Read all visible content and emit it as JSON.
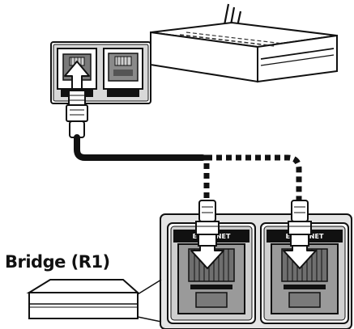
{
  "device": {
    "label": "Bridge (R1)"
  },
  "bridge_ports": {
    "left_label": "ETHERNET",
    "right_label": "ETHERNET"
  },
  "colors": {
    "line": "#111111",
    "panel": "#cfcfcf",
    "port_fill": "#8a8a8a",
    "background": "#ffffff"
  }
}
